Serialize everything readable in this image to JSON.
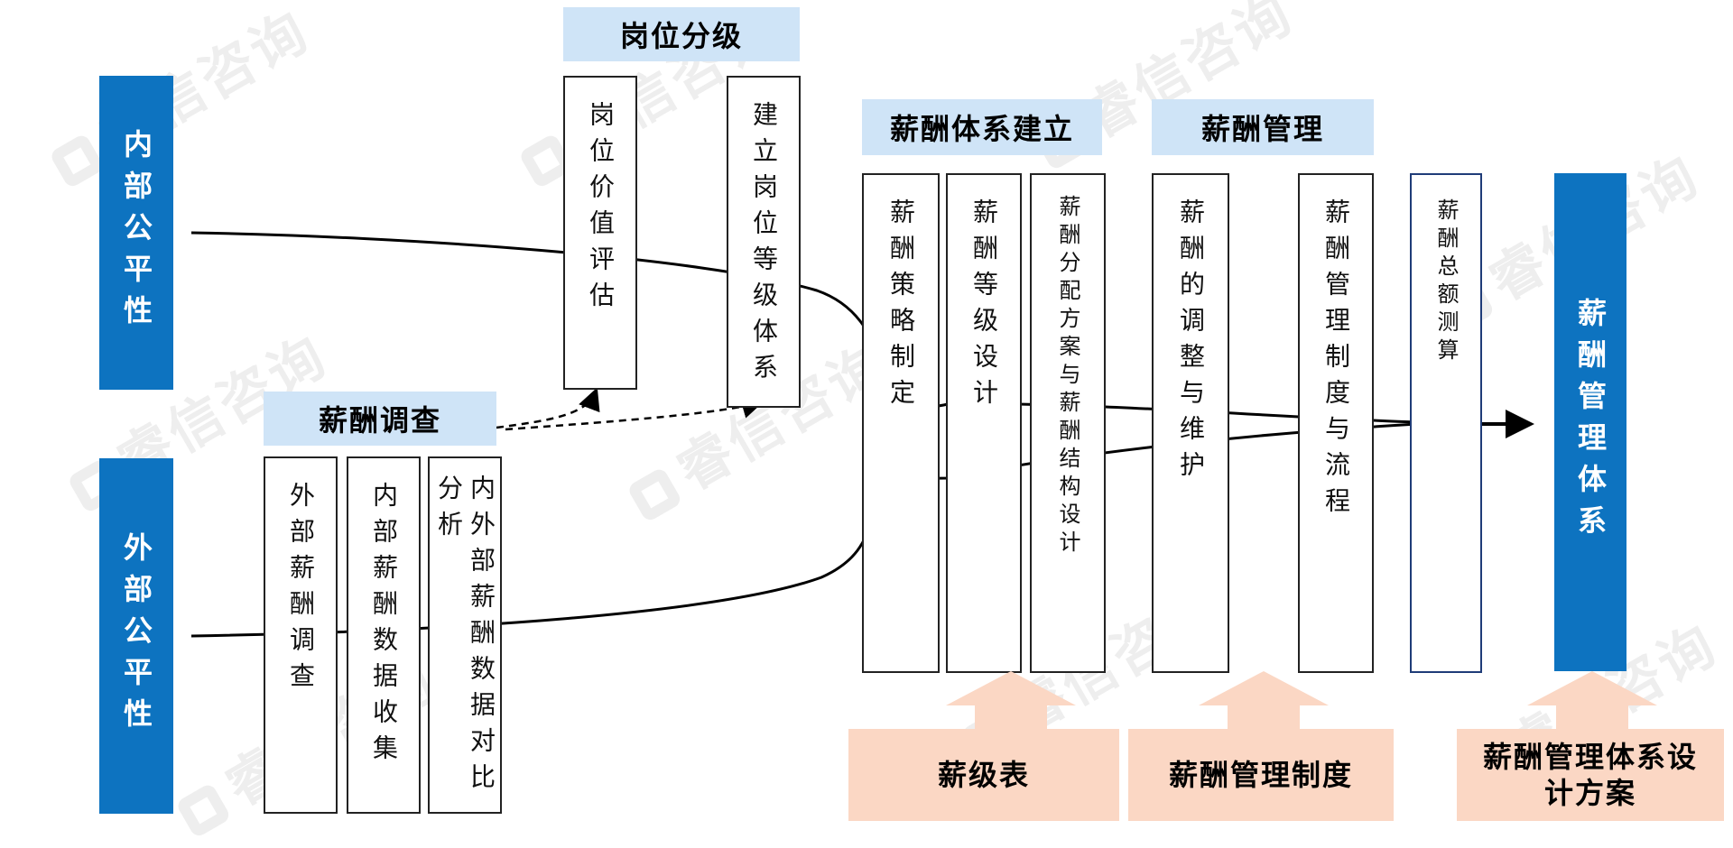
{
  "watermark": "睿信咨询",
  "left": {
    "internal_fairness": "内部公平性",
    "external_fairness": "外部公平性"
  },
  "job_grading": {
    "header": "岗位分级",
    "boxes": [
      "岗位价值评估",
      "建立岗位等级体系"
    ]
  },
  "salary_survey": {
    "header": "薪酬调查",
    "boxes": [
      "外部薪酬调查",
      "内部薪酬数据收集",
      "内外部薪酬数据对比分析"
    ]
  },
  "system_build": {
    "header": "薪酬体系建立",
    "boxes": [
      "薪酬策略制定",
      "薪酬等级设计",
      "薪酬分配方案与薪酬结构设计"
    ]
  },
  "management": {
    "header": "薪酬管理",
    "boxes": [
      "薪酬的调整与维护",
      "薪酬管理制度与流程",
      "薪酬总额测算"
    ]
  },
  "result": "薪酬管理体系",
  "outputs": [
    "薪级表",
    "薪酬管理制度",
    "薪酬管理体系设计方案"
  ],
  "colors": {
    "blue": "#0d73c0",
    "light_blue": "#cfe4f7",
    "peach": "#fbd7c4"
  }
}
